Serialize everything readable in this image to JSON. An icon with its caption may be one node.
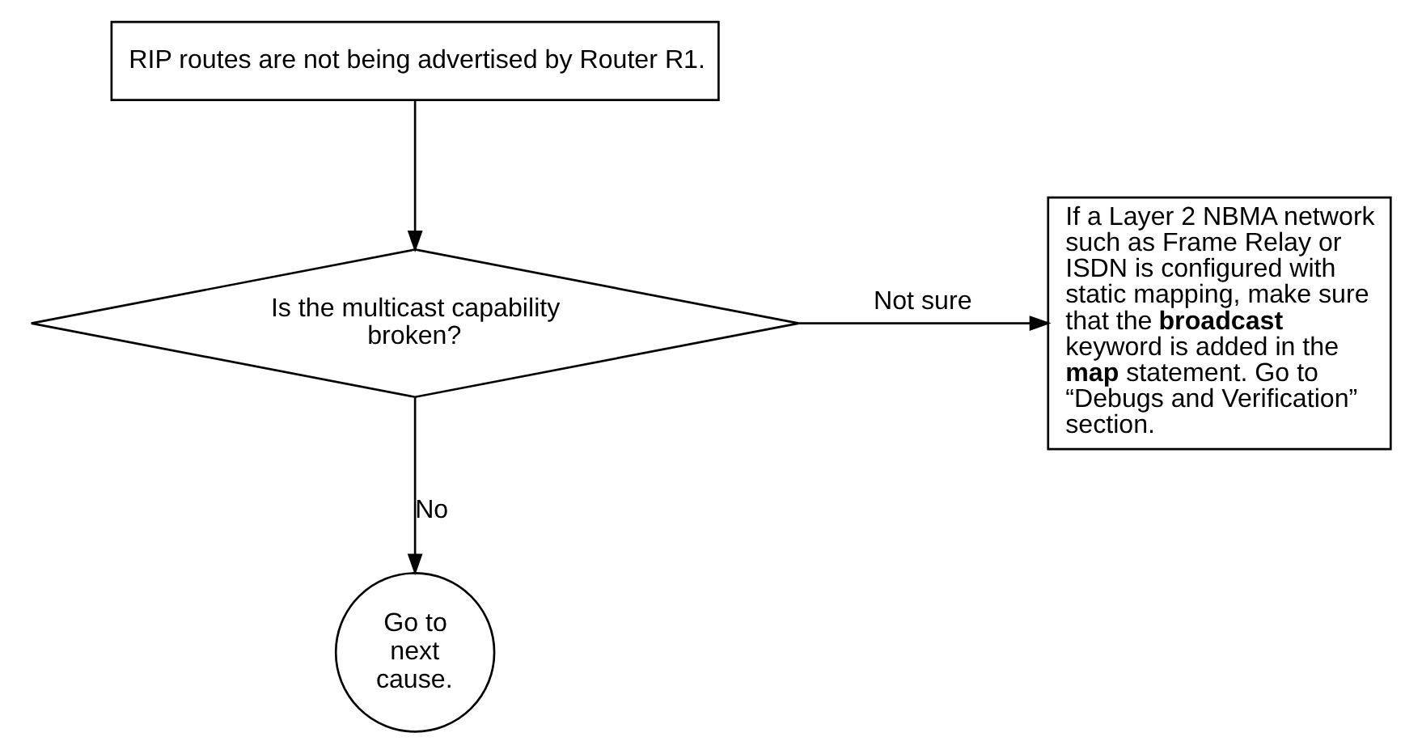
{
  "diagram": {
    "nodes": [
      {
        "text": [
          "RIP routes are not being advertised by Router R1."
        ]
      },
      {
        "text": [
          "Is the multicast capability broken?"
        ]
      },
      {
        "text": [
          "If a Layer 2 NBMA network such as Frame Relay or ISDN is configured with static mapping, make sure that the **broadcast** keyword is added in the **map** statement. Go to “Debugs and Verification” section."
        ]
      },
      {
        "text": [
          "Go to next cause."
        ]
      }
    ],
    "edges": [
      {
        "from": 0,
        "to": 1,
        "arrow": "to"
      },
      {
        "from": 1,
        "to": 2,
        "arrow": "to",
        "label": "Not sure"
      },
      {
        "from": 1,
        "to": 3,
        "arrow": "to",
        "label": "No"
      }
    ]
  }
}
